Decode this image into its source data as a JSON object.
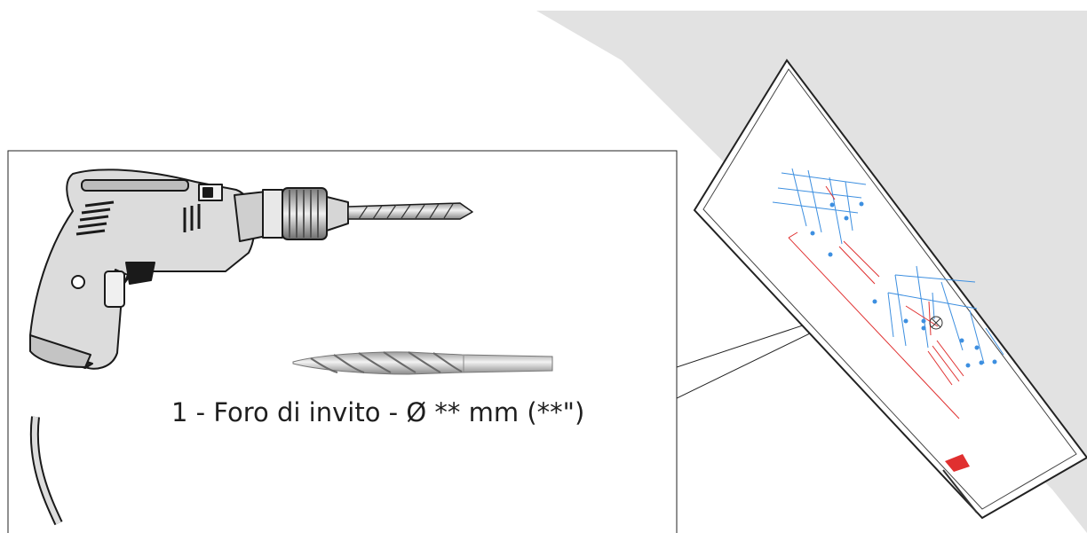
{
  "step": {
    "number": "1",
    "title": "Foro di invito",
    "diameter_symbol": "Ø",
    "diameter_value": "**",
    "unit": "mm",
    "inch_value": "**\""
  },
  "colors": {
    "backdrop": "#e2e2e2",
    "tool_body": "#dcdcdc",
    "outline": "#1a1a1a",
    "schematic_blue": "#3d8fe0",
    "schematic_red": "#e03030"
  },
  "icons": [
    "drill-icon",
    "drill-bit-icon",
    "panel-icon",
    "wiring-diagram-icon"
  ]
}
